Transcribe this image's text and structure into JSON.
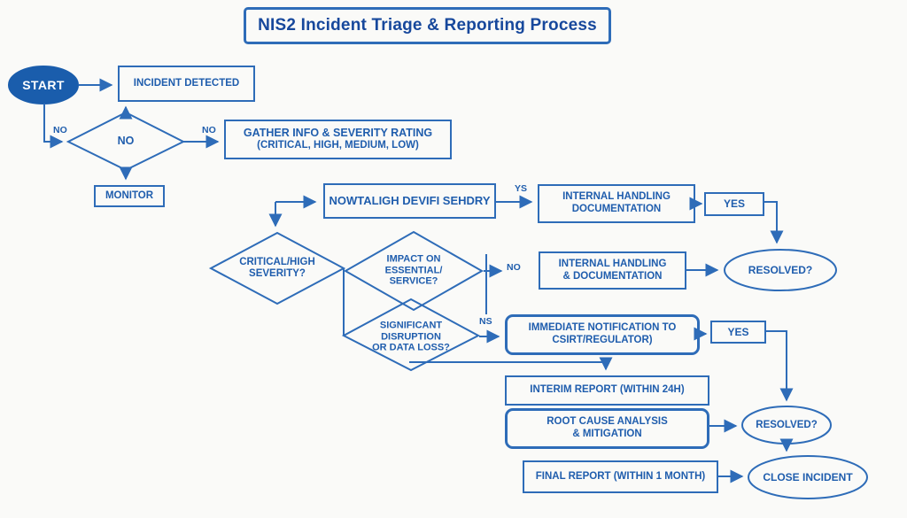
{
  "title": "NIS2 Incident Triage & Reporting Process",
  "colors": {
    "stroke_blue": "#2e6cb8",
    "text_blue": "#1f5dad",
    "start_fill": "#1a5dac",
    "background": "#fafaf8"
  },
  "nodes": {
    "start": {
      "label": "START"
    },
    "incident_detected": {
      "label": "INCIDENT DETECTED"
    },
    "no_decision": {
      "label": "NO"
    },
    "monitor": {
      "label": "MONITOR"
    },
    "gather_info": {
      "line1": "GATHER INFO & SEVERITY RATING",
      "line2": "(CRITICAL, HIGH, MEDIUM, LOW)"
    },
    "notify_step": {
      "label": "NOWTALIGH DEVIFI SEHDRY"
    },
    "internal_handling_documentation": {
      "line1": "INTERNAL HANDLING",
      "line2": "DOCUMENTATION"
    },
    "yes_top": {
      "label": "YES"
    },
    "resolved_top": {
      "label": "RESOLVED?"
    },
    "critical_high_severity": {
      "line1": "CRITICAL/HIGH",
      "line2": "SEVERITY?"
    },
    "impact_on_essential": {
      "line1": "IMPACT ON",
      "line2": "ESSENTIAL/",
      "line3": "SERVICE?"
    },
    "internal_handling_and_documentation": {
      "line1": "INTERNAL HANDLING",
      "line2": "& DOCUMENTATION"
    },
    "significant_disruption": {
      "line1": "SIGNIFICANT",
      "line2": "DISRUPTION",
      "line3": "OR DATA LOSS?"
    },
    "immediate_notification": {
      "line1": "IMMEDIATE NOTIFICATION TO",
      "line2": "CSIRT/REGULATOR)"
    },
    "yes_mid": {
      "label": "YES"
    },
    "interim_report": {
      "label": "INTERIM REPORT (WITHIN 24H)"
    },
    "root_cause": {
      "line1": "ROOT CAUSE ANALYSIS",
      "line2": "& MITIGATION"
    },
    "resolved_bottom": {
      "label": "RESOLVED?"
    },
    "final_report": {
      "label": "FINAL REPORT (WITHIN 1 MONTH)"
    },
    "close_incident": {
      "label": "CLOSE INCIDENT"
    }
  },
  "edge_labels": {
    "start_no": "NO",
    "gather_no": "NO",
    "ys": "YS",
    "internal_no": "NO",
    "ns": "NS"
  }
}
